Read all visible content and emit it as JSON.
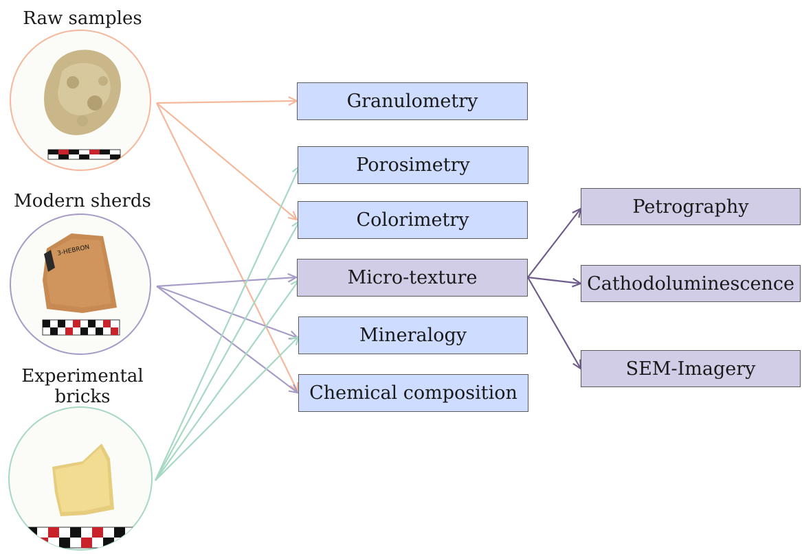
{
  "samples": [
    {
      "label": "Raw samples"
    },
    {
      "label": "Modern sherds"
    },
    {
      "label": "Experimental\nbricks"
    }
  ],
  "analyses": [
    {
      "label": "Granulometry"
    },
    {
      "label": "Porosimetry"
    },
    {
      "label": "Colorimetry"
    },
    {
      "label": "Micro-texture"
    },
    {
      "label": "Mineralogy"
    },
    {
      "label": "Chemical composition"
    }
  ],
  "micro_texture_methods": [
    {
      "label": "Petrography"
    },
    {
      "label": "Cathodoluminescence"
    },
    {
      "label": "SEM-Imagery"
    }
  ],
  "colors": {
    "raw_samples": "#f5b89c",
    "modern_sherds": "#a79cc7",
    "experimental_bricks": "#a6d8c3",
    "analysis_box": "#cddcff",
    "micro_texture_box": "#d2cde6",
    "micro_texture_arrows": "#6f5b8c"
  },
  "connections": [
    {
      "from": "Raw samples",
      "to": [
        "Granulometry",
        "Colorimetry",
        "Chemical composition"
      ]
    },
    {
      "from": "Modern sherds",
      "to": [
        "Micro-texture",
        "Mineralogy",
        "Chemical composition"
      ]
    },
    {
      "from": "Experimental bricks",
      "to": [
        "Porosimetry",
        "Colorimetry",
        "Micro-texture",
        "Mineralogy"
      ]
    },
    {
      "from": "Micro-texture",
      "to": [
        "Petrography",
        "Cathodoluminescence",
        "SEM-Imagery"
      ]
    }
  ]
}
